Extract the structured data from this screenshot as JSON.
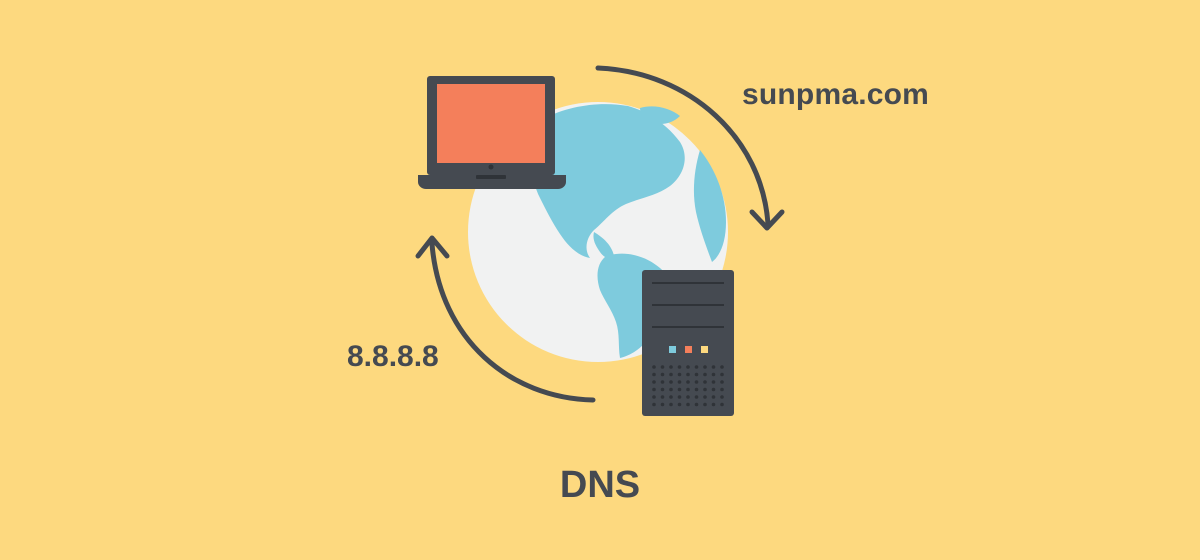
{
  "diagram": {
    "domain_label": "sunpma.com",
    "ip_label": "8.8.8.8",
    "title": "DNS"
  },
  "colors": {
    "background": "#FDD97F",
    "text": "#454A51",
    "dark": "#454A51",
    "globe_land": "#7ECBDD",
    "globe_ocean": "#F1F2F2",
    "laptop_screen": "#F47F5B",
    "server_led_blue": "#7ECBDD",
    "server_led_red": "#F47F5B",
    "server_led_yellow": "#FDD97F"
  },
  "icons": {
    "globe": "globe-icon",
    "laptop": "laptop-icon",
    "server": "server-icon",
    "arrow_request": "arrow-down-curved-icon",
    "arrow_response": "arrow-up-curved-icon"
  }
}
